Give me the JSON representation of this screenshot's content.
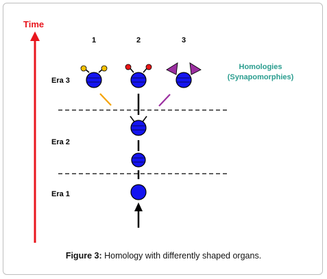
{
  "time_label": "Time",
  "columns": [
    "1",
    "2",
    "3"
  ],
  "eras": [
    "Era 3",
    "Era 2",
    "Era 1"
  ],
  "homologies_line1": "Homologies",
  "homologies_line2": "(Synapomorphies)",
  "caption_prefix": "Figure 3:",
  "caption_text": " Homology with differently shaped organs.",
  "colors": {
    "time_arrow": "#e8161d",
    "body": "#1414f0",
    "stripe": "#0a0a7a",
    "homologies_text": "#2a9d8f",
    "organ_1": "#f5c000",
    "organ_2": "#e81616",
    "organ_3": "#9b2fa0",
    "link_1": "#f5a300",
    "link_3": "#9b2fa0"
  }
}
